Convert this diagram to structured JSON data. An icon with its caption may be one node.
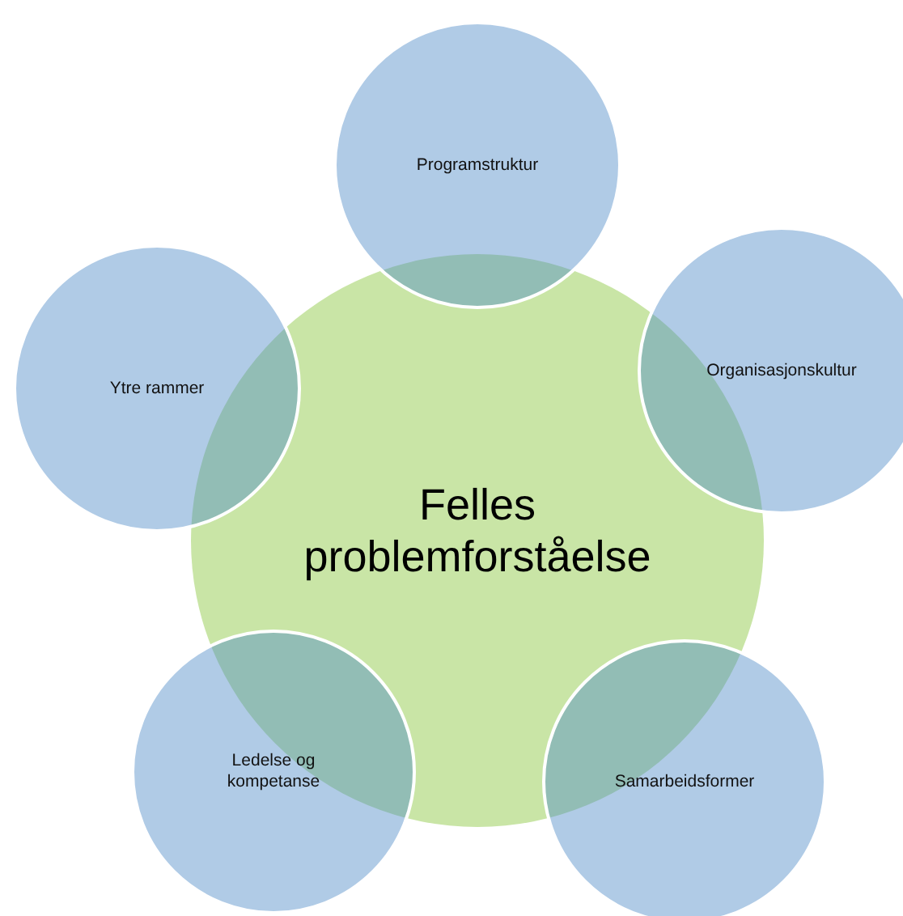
{
  "diagram": {
    "nodes": [
      {
        "text": [
          "Felles problemforståelse"
        ]
      },
      {
        "text": [
          "Programstruktur"
        ]
      },
      {
        "text": [
          "Organisasjonskultur"
        ]
      },
      {
        "text": [
          "Samarbeidsformer"
        ]
      },
      {
        "text": [
          "Ledelse og kompetanse"
        ]
      },
      {
        "text": [
          "Ytre rammer"
        ]
      }
    ]
  }
}
